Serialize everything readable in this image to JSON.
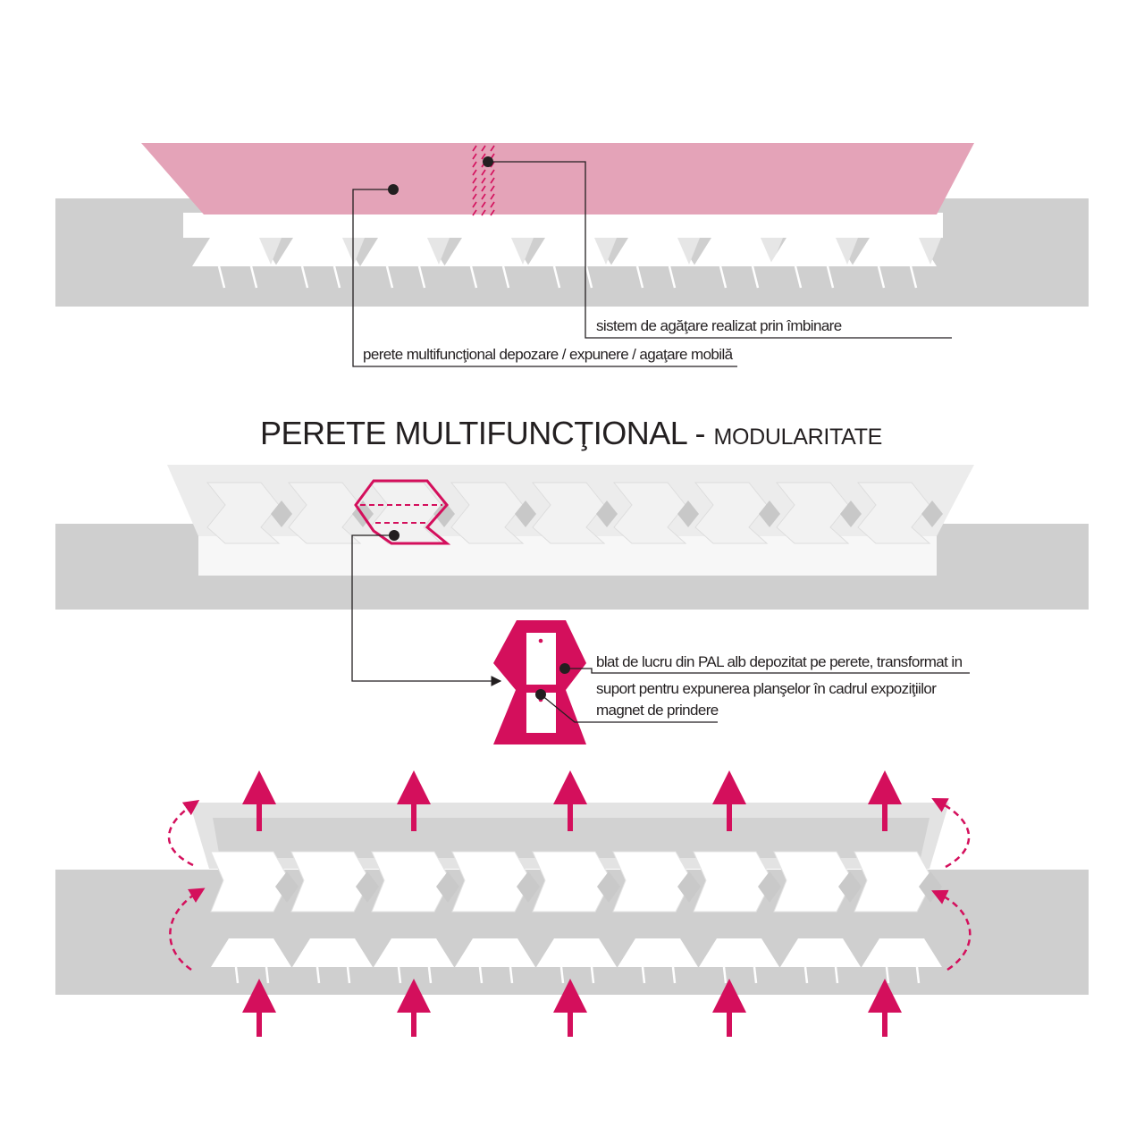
{
  "title": {
    "main": "PERETE MULTIFUNCŢIONAL",
    "separator": " - ",
    "sub": "MODULARITATE"
  },
  "labels": {
    "hanging_system": "sistem de agăţare realizat prin îmbinare",
    "multifunctional_wall": "perete multifuncţional depozare / expunere / agaţare mobilă",
    "work_top_line1": "blat de lucru din PAL alb depozitat pe perete, transformat in",
    "work_top_line2": "suport pentru expunerea planşelor în cadrul expoziţiilor",
    "magnet": "magnet de prindere"
  },
  "colors": {
    "accent": "#d40f5c",
    "panel_pink": "#e4a3b8",
    "floor_gray": "#cfcfcf",
    "module_white": "#ffffff",
    "module_shade": "#e6e6e6",
    "leader_line": "#231f20"
  }
}
